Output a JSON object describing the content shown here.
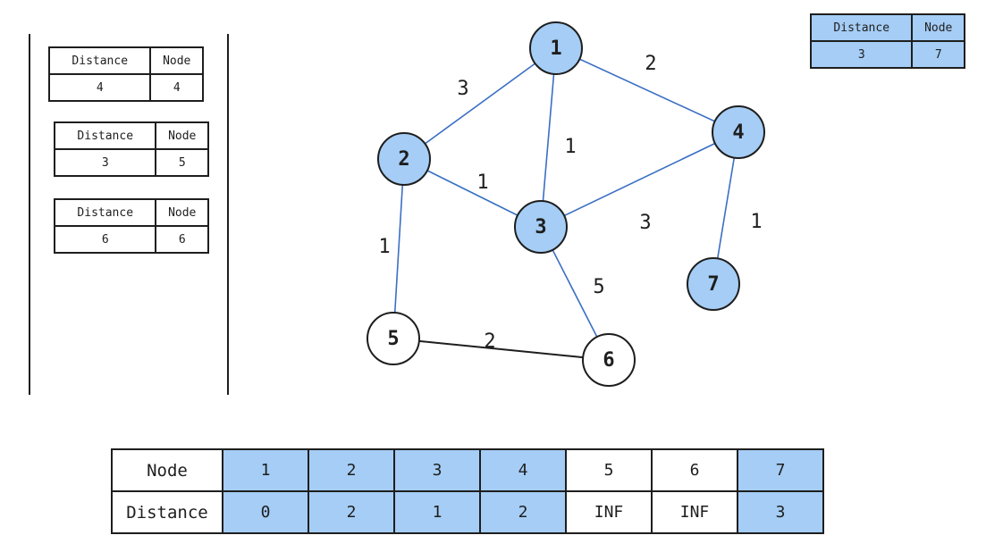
{
  "colors": {
    "visited": "#a5cdf5",
    "edge_visited": "#3b6fc4",
    "edge_plain": "#1e1e1e",
    "stroke": "#1e1e1e"
  },
  "queue": {
    "entries": [
      {
        "distance_label": "Distance",
        "node_label": "Node",
        "distance": "4",
        "node": "4"
      },
      {
        "distance_label": "Distance",
        "node_label": "Node",
        "distance": "3",
        "node": "5"
      },
      {
        "distance_label": "Distance",
        "node_label": "Node",
        "distance": "6",
        "node": "6"
      }
    ]
  },
  "current": {
    "distance_label": "Distance",
    "node_label": "Node",
    "distance": "3",
    "node": "7"
  },
  "graph": {
    "nodes": [
      {
        "id": "1",
        "visited": true
      },
      {
        "id": "2",
        "visited": true
      },
      {
        "id": "3",
        "visited": true
      },
      {
        "id": "4",
        "visited": true
      },
      {
        "id": "5",
        "visited": false
      },
      {
        "id": "6",
        "visited": false
      },
      {
        "id": "7",
        "visited": true
      }
    ],
    "edges": [
      {
        "from": "1",
        "to": "2",
        "weight": "3",
        "visited": true
      },
      {
        "from": "1",
        "to": "3",
        "weight": "1",
        "visited": true
      },
      {
        "from": "1",
        "to": "4",
        "weight": "2",
        "visited": true
      },
      {
        "from": "2",
        "to": "3",
        "weight": "1",
        "visited": true
      },
      {
        "from": "2",
        "to": "5",
        "weight": "1",
        "visited": true
      },
      {
        "from": "3",
        "to": "4",
        "weight": "3",
        "visited": true
      },
      {
        "from": "3",
        "to": "6",
        "weight": "5",
        "visited": true
      },
      {
        "from": "4",
        "to": "7",
        "weight": "1",
        "visited": true
      },
      {
        "from": "5",
        "to": "6",
        "weight": "2",
        "visited": false
      }
    ]
  },
  "distance_table": {
    "row1_label": "Node",
    "row2_label": "Distance",
    "columns": [
      {
        "node": "1",
        "distance": "0",
        "visited": true
      },
      {
        "node": "2",
        "distance": "2",
        "visited": true
      },
      {
        "node": "3",
        "distance": "1",
        "visited": true
      },
      {
        "node": "4",
        "distance": "2",
        "visited": true
      },
      {
        "node": "5",
        "distance": "INF",
        "visited": false
      },
      {
        "node": "6",
        "distance": "INF",
        "visited": false
      },
      {
        "node": "7",
        "distance": "3",
        "visited": true
      }
    ]
  }
}
